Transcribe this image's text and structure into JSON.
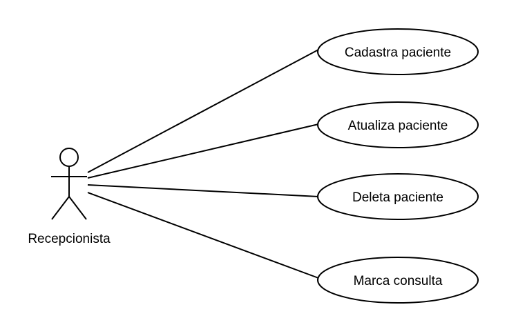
{
  "diagram": {
    "actor": {
      "name": "Recepcionista"
    },
    "use_cases": [
      {
        "label": "Cadastra paciente"
      },
      {
        "label": "Atualiza paciente"
      },
      {
        "label": "Deleta paciente"
      },
      {
        "label": "Marca consulta"
      }
    ],
    "colors": {
      "line": "#000000",
      "fill": "#ffffff",
      "background": "#ffffff"
    }
  }
}
